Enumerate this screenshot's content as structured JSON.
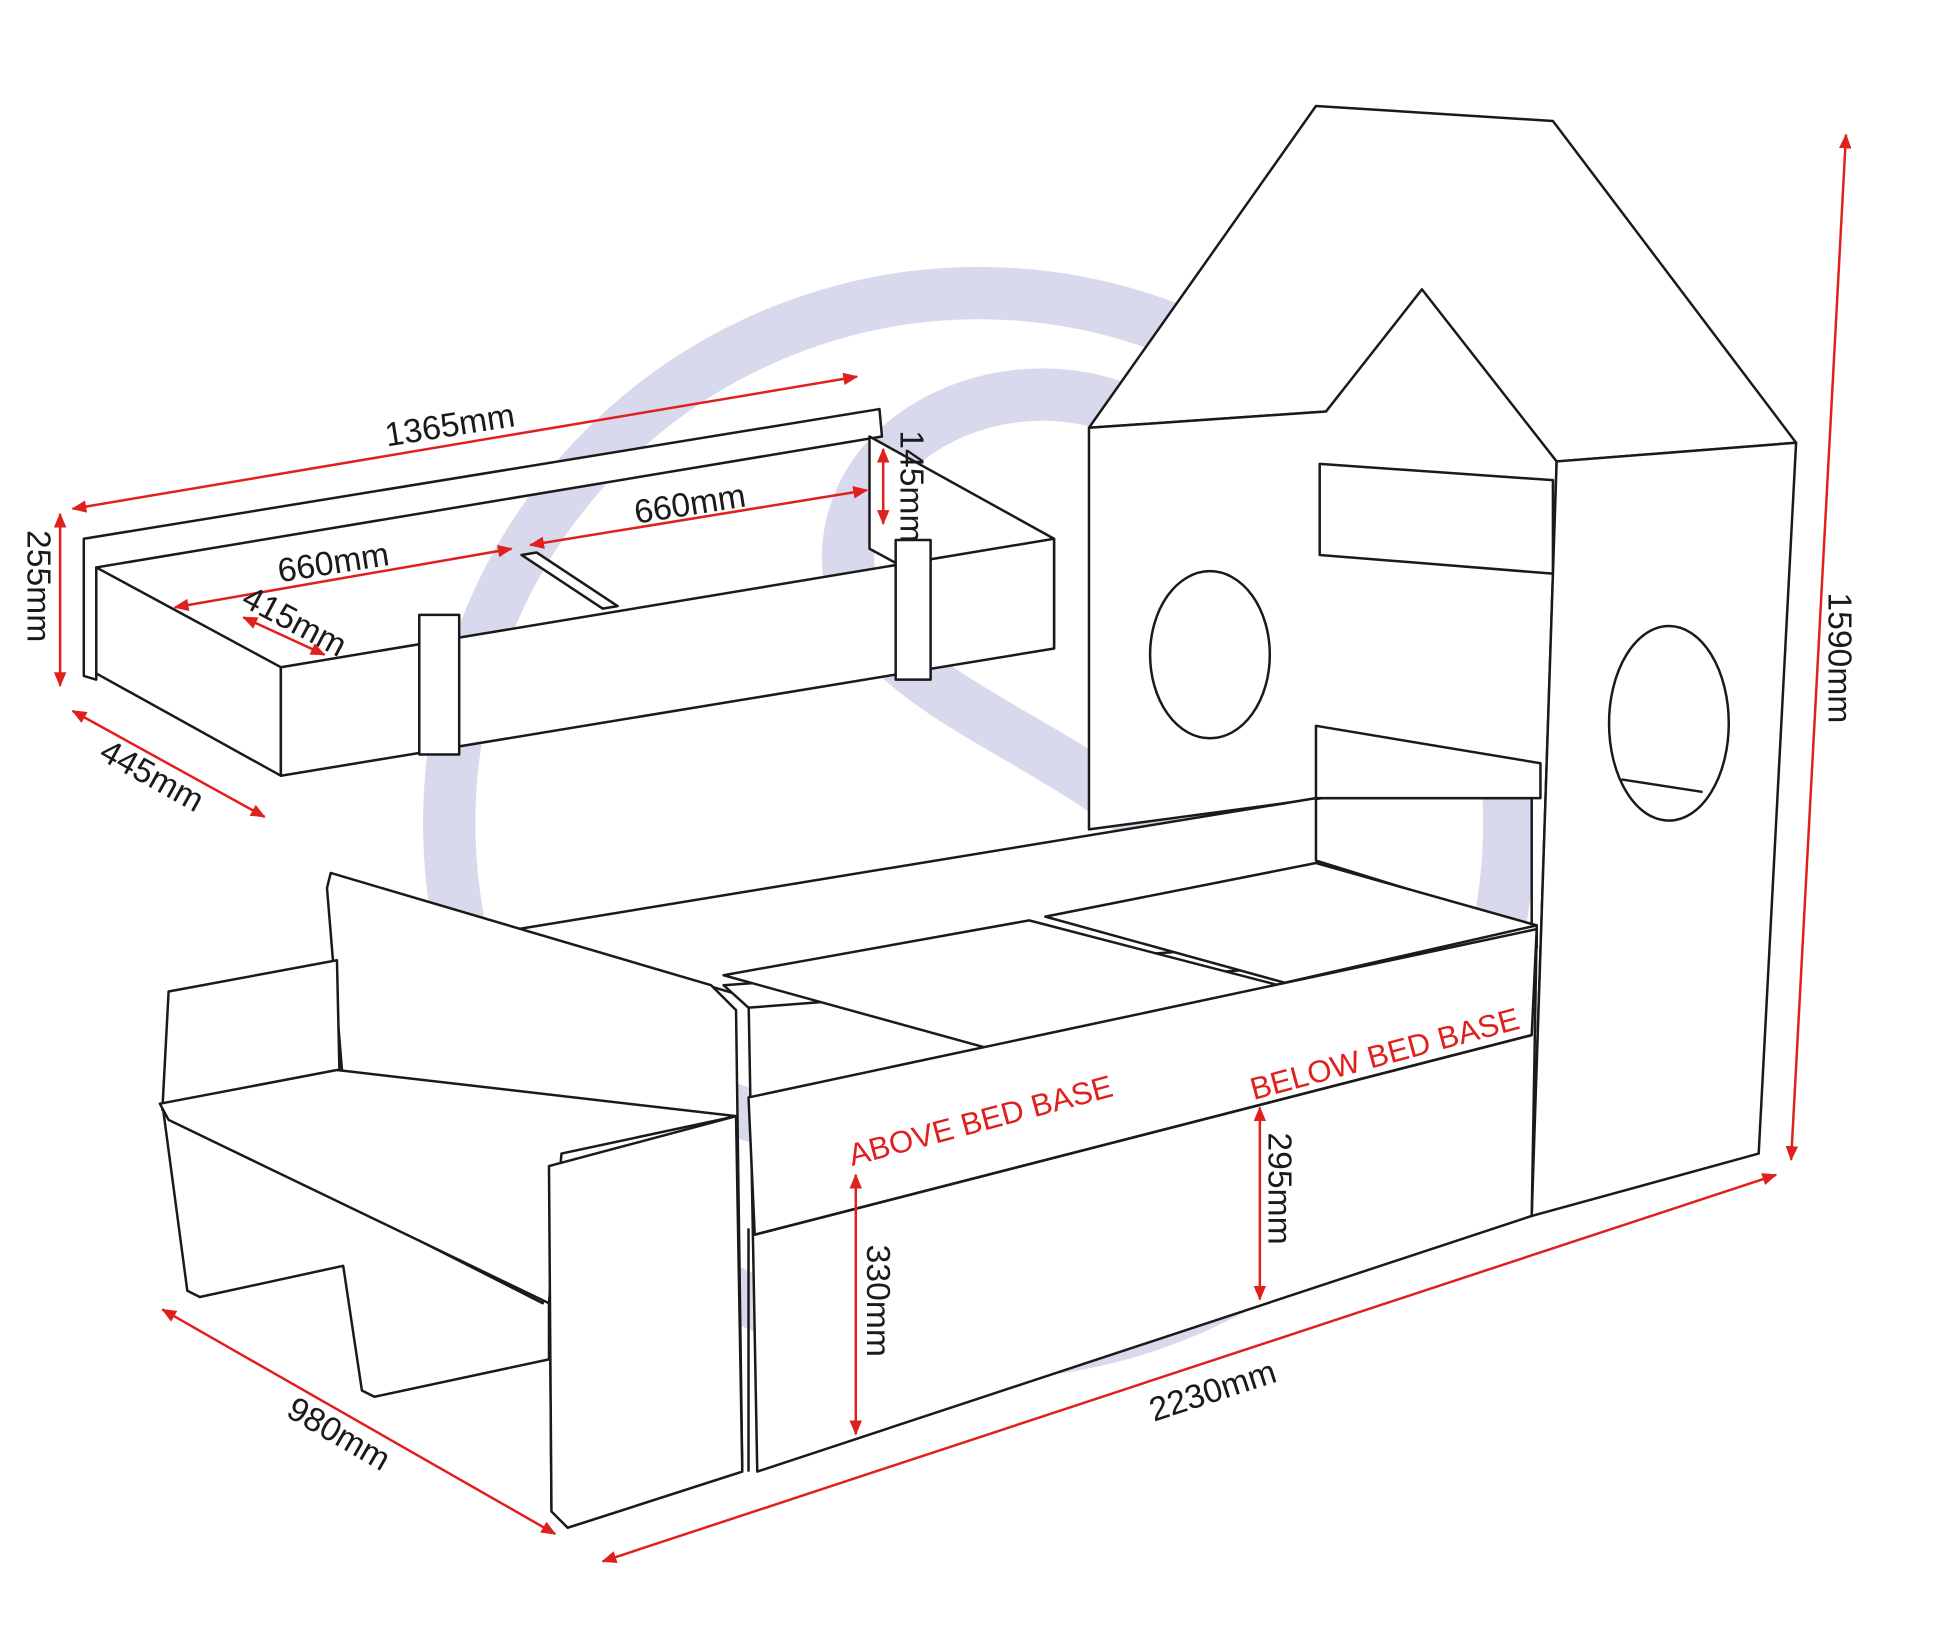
{
  "colors": {
    "dimension": "#e0201c",
    "outline": "#1a1a1a",
    "watermark": "#d9d9ee"
  },
  "drawer": {
    "length": "1365mm",
    "height": "255mm",
    "depth": "445mm",
    "compartment_left": "660mm",
    "compartment_right": "660mm",
    "inner_depth": "415mm",
    "inner_height": "145mm"
  },
  "bed": {
    "total_height": "1590mm",
    "total_length": "2230mm",
    "total_width": "980mm",
    "above_label": "ABOVE BED BASE",
    "below_label": "BELOW BED BASE",
    "above_height": "330mm",
    "below_height": "295mm"
  }
}
